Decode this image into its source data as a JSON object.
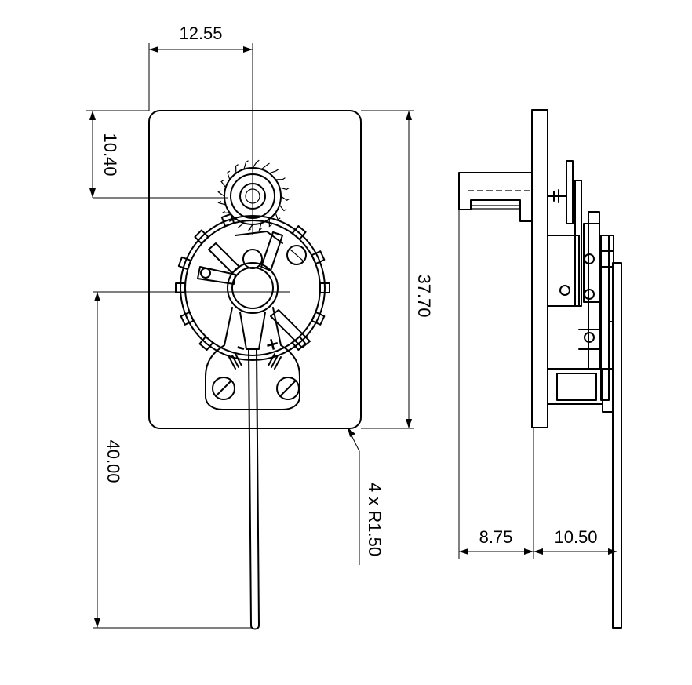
{
  "dimensions": {
    "top_offset": "12.55",
    "pin_height": "10.40",
    "plate_height": "37.70",
    "lever_length": "40.00",
    "corner_radius": "4 x R1.50",
    "side_depth_front": "8.75",
    "side_depth_back": "10.50"
  },
  "marks": {
    "minus": "–",
    "plus": "+"
  },
  "colors": {
    "line": "#000000",
    "background": "#ffffff"
  }
}
